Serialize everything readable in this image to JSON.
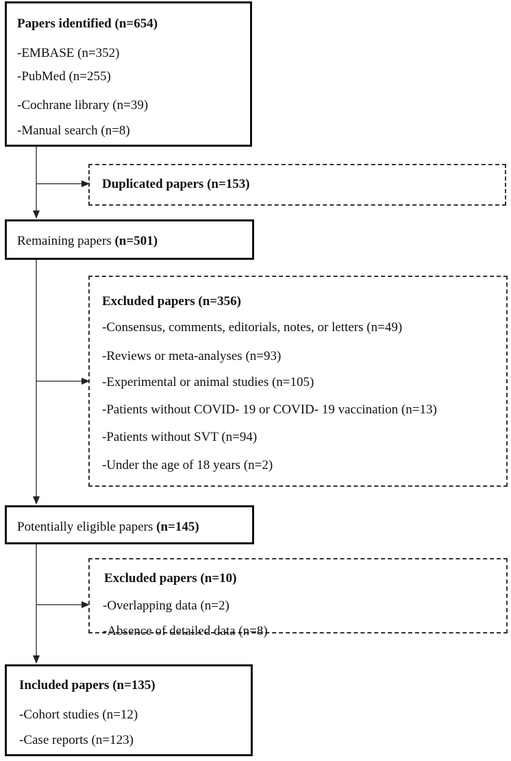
{
  "identified": {
    "title": "Papers identified (n=654)",
    "items": [
      "-EMBASE (n=352)",
      "-PubMed (n=255)",
      "-Cochrane library (n=39)",
      "-Manual search (n=8)"
    ]
  },
  "duplicated": {
    "title": "Duplicated papers (n=153)"
  },
  "remaining": {
    "label": "Remaining papers",
    "count": "(n=501)"
  },
  "excluded_1": {
    "title": "Excluded papers (n=356)",
    "items": [
      "-Consensus, comments, editorials, notes, or letters (n=49)",
      "-Reviews or meta-analyses (n=93)",
      "-Experimental or animal studies (n=105)",
      "-Patients without COVID- 19 or COVID- 19 vaccination (n=13)",
      "-Patients without SVT (n=94)",
      "-Under the age of 18 years (n=2)"
    ]
  },
  "eligible": {
    "label": "Potentially eligible papers",
    "count": "(n=145)"
  },
  "excluded_2": {
    "title": "Excluded papers (n=10)",
    "items": [
      "-Overlapping data (n=2)",
      "-Absence of detailed data (n=8)"
    ]
  },
  "included": {
    "title": "Included papers (n=135)",
    "items": [
      "-Cohort studies (n=12)",
      "-Case reports (n=123)"
    ]
  }
}
